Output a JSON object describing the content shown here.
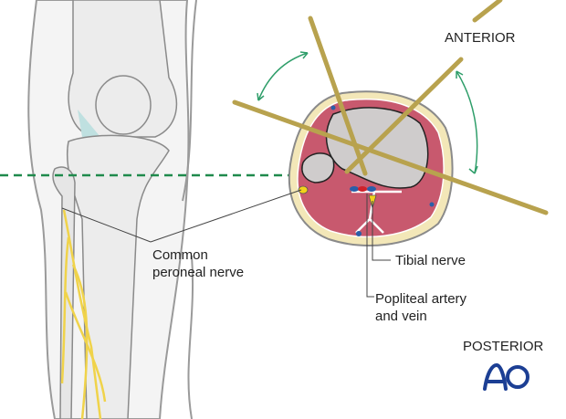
{
  "labels": {
    "anterior": "ANTERIOR",
    "posterior": "POSTERIOR",
    "common_peroneal_line1": "Common",
    "common_peroneal_line2": "peroneal nerve",
    "tibial_nerve": "Tibial nerve",
    "popliteal_line1": "Popliteal artery",
    "popliteal_line2": "and vein"
  },
  "logo": {
    "text": "AO",
    "color": "#1c3f94"
  },
  "colors": {
    "muscle": "#c8596e",
    "bone": "#cfcccc",
    "fat": "#f3e7b8",
    "nerve": "#f2d21b",
    "artery": "#d0202a",
    "vein": "#2a5ea8",
    "wire": "#b8a24e",
    "arrow": "#2f9e6a",
    "dashed_line": "#1f8a4c"
  }
}
